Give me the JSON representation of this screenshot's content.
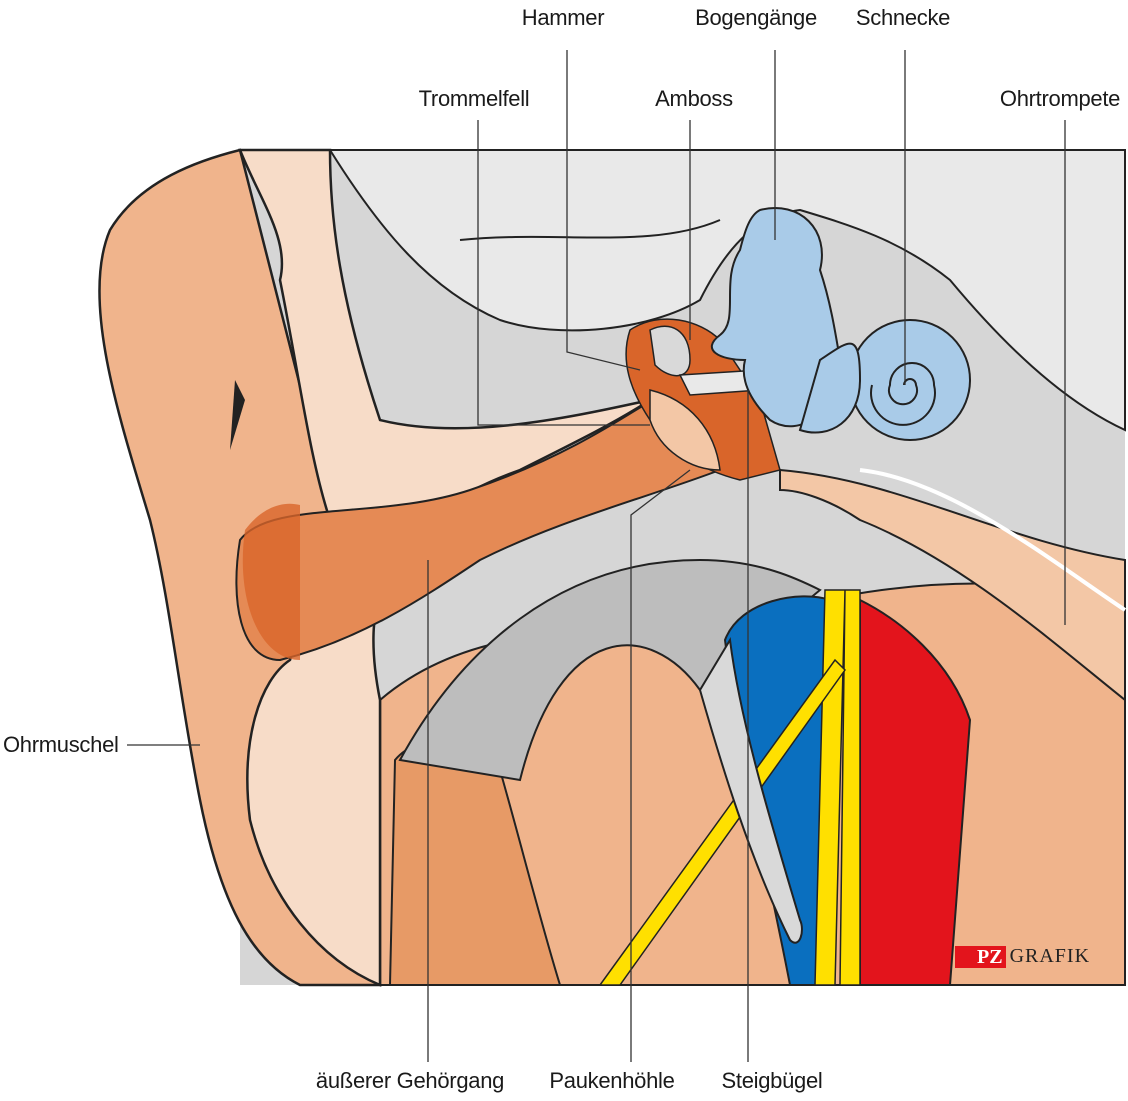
{
  "labels": {
    "hammer": "Hammer",
    "bogengaenge": "Bogengänge",
    "schnecke": "Schnecke",
    "trommelfell": "Trommelfell",
    "amboss": "Amboss",
    "ohrtrompete": "Ohrtrompete",
    "ohrmuschel": "Ohrmuschel",
    "gehoergang": "äußerer Gehörgang",
    "paukenhoehle": "Paukenhöhle",
    "steigbuegel": "Steigbügel"
  },
  "logo": {
    "pz": "PZ",
    "grafik": "GRAFIK"
  },
  "colors": {
    "skin": "#f0b48c",
    "skin_light": "#f7dcc8",
    "canal": "#d9652a",
    "bone_grey": "#d9d9d9",
    "inner_ear_blue": "#a9cbe8",
    "vein_blue": "#0a6fbf",
    "nerve_yellow": "#ffe000",
    "artery_red": "#e3141c",
    "muscle": "#e79a66"
  }
}
